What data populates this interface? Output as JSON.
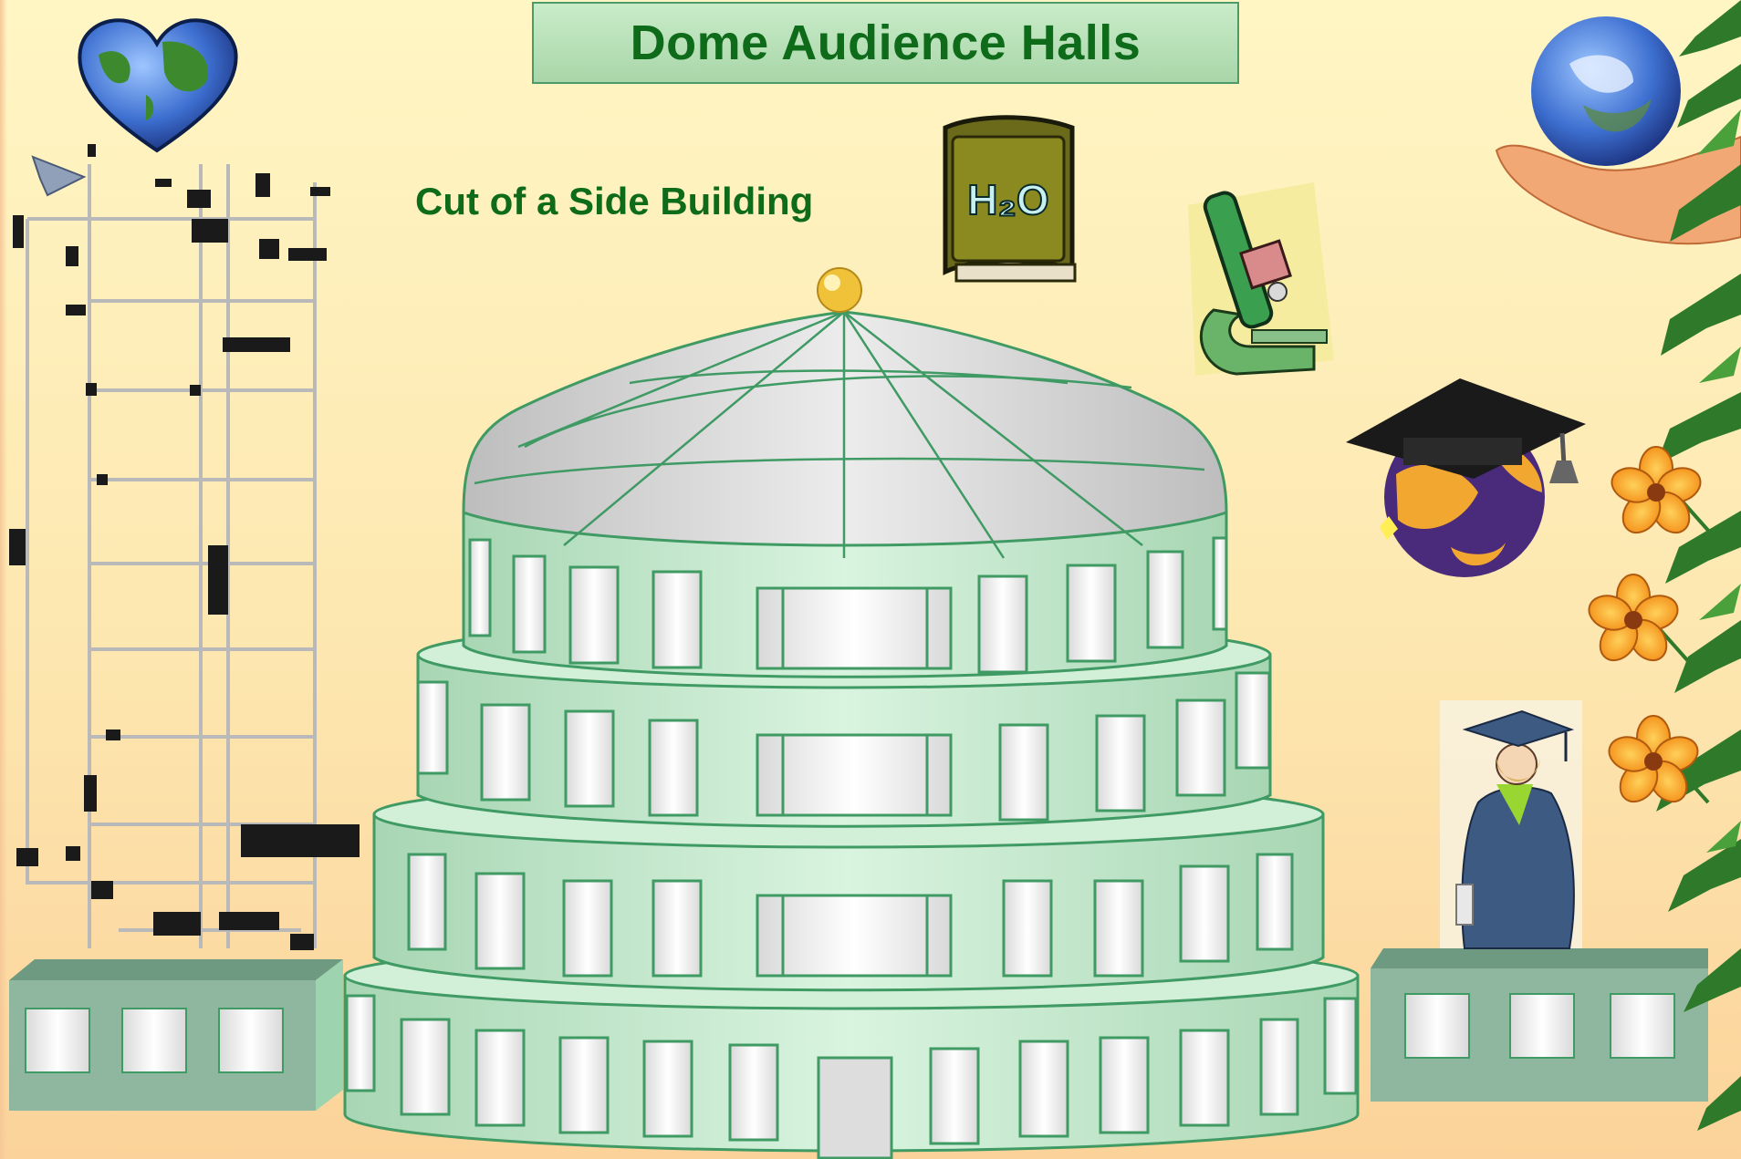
{
  "title": "Dome Audience Halls",
  "subtitle": "Cut of a Side Building",
  "book_label": "H₂O",
  "icons": [
    "heart-earth-icon",
    "earth-in-hand-icon",
    "water-book-icon",
    "microscope-icon",
    "graduation-cap-globe-icon",
    "graduate-student-icon",
    "flower-icon",
    "palm-tree-icon",
    "scaffold-cut-drawing",
    "dome-building"
  ],
  "colors": {
    "title_text": "#0d6b1a",
    "building_green": "#b8e6c4",
    "building_stroke": "#3f9a64",
    "dome_gray": "#d3d3d3",
    "annex_green": "#8fb79f",
    "background_top": "#fff6c4",
    "background_bottom": "#fbd39a"
  }
}
